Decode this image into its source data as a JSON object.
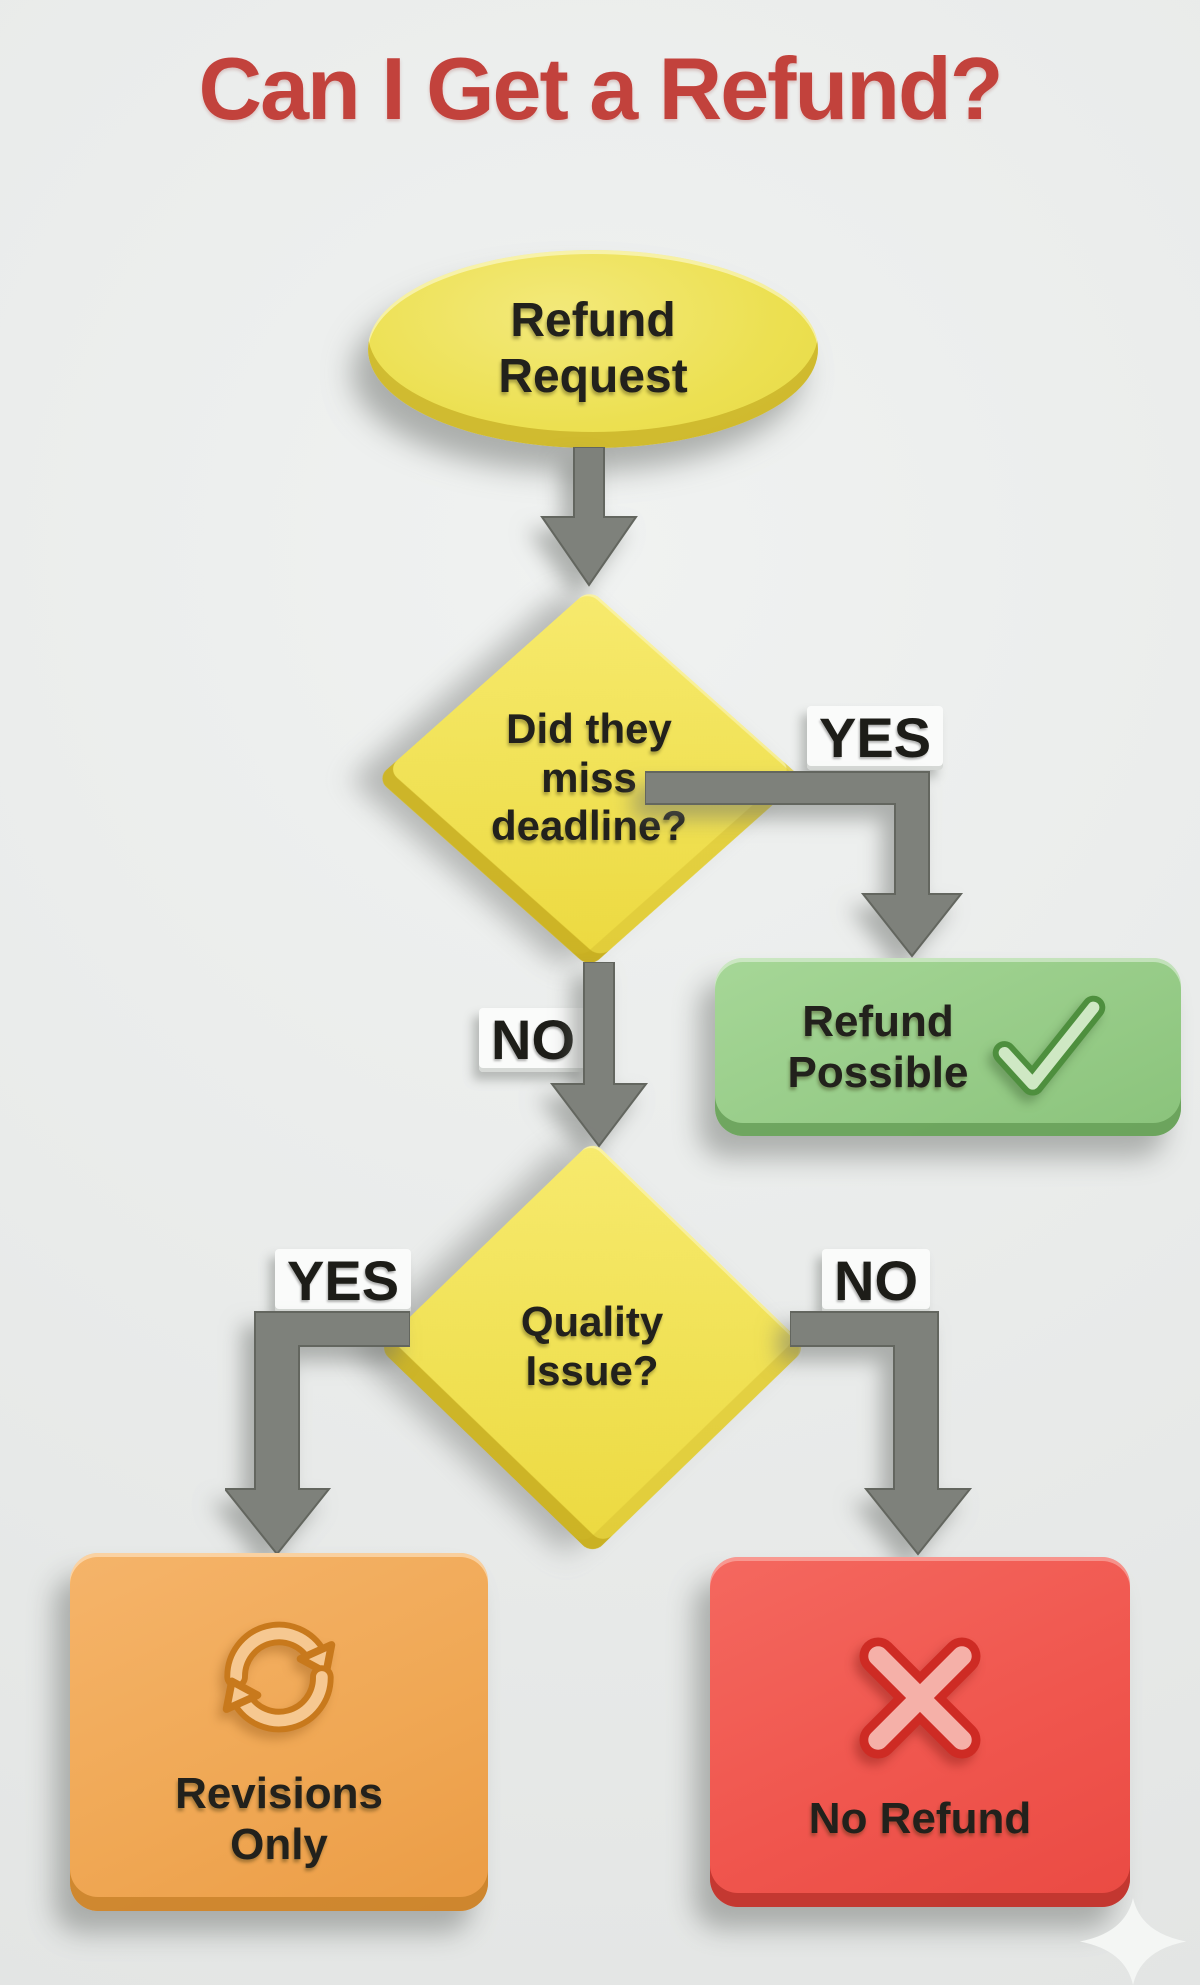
{
  "title": "Can I Get a Refund?",
  "flowchart": {
    "start": {
      "label": "Refund\nRequest",
      "shape": "ellipse",
      "color": "#ece051"
    },
    "decision_deadline": {
      "label": "Did they\nmiss\ndeadline?",
      "shape": "diamond",
      "color": "#f0e154"
    },
    "decision_quality": {
      "label": "Quality\nIssue?",
      "shape": "diamond",
      "color": "#f0e154"
    },
    "outcome_refund_possible": {
      "label": "Refund\nPossible",
      "icon": "checkmark-icon",
      "shape": "rounded-rect",
      "color": "#97cc88"
    },
    "outcome_revisions_only": {
      "label": "Revisions\nOnly",
      "icon": "refresh-icon",
      "shape": "rounded-rect",
      "color": "#f0a855"
    },
    "outcome_no_refund": {
      "label": "No Refund",
      "icon": "x-icon",
      "shape": "rounded-rect",
      "color": "#f0564e"
    },
    "branch_labels": {
      "deadline_yes": "YES",
      "deadline_no": "NO",
      "quality_yes": "YES",
      "quality_no": "NO"
    }
  },
  "colors": {
    "background": "#eaeceb",
    "title_red": "#c2423c",
    "node_yellow": "#f0e154",
    "connector_gray": "#7e817b",
    "outcome_green": "#97cc88",
    "outcome_orange": "#f0a855",
    "outcome_red": "#f0564e",
    "node_text": "#22211c"
  }
}
